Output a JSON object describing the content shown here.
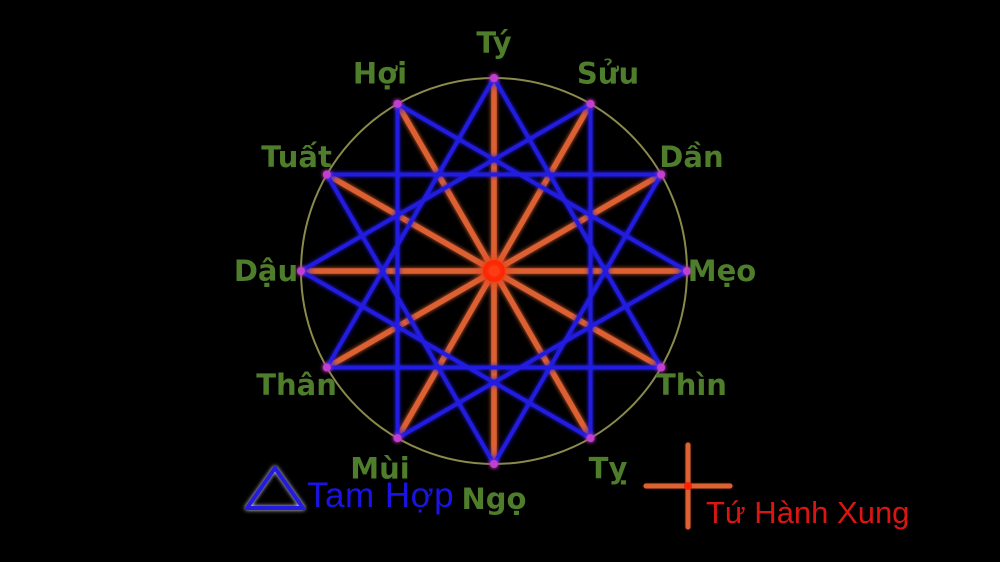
{
  "diagram": {
    "circle_color": "#8a8a4c",
    "label_color": "#4e7d2b",
    "signs": [
      {
        "name": "Tý",
        "angle": 0
      },
      {
        "name": "Sửu",
        "angle": 30
      },
      {
        "name": "Dần",
        "angle": 60
      },
      {
        "name": "Mẹo",
        "angle": 90
      },
      {
        "name": "Thìn",
        "angle": 120
      },
      {
        "name": "Tỵ",
        "angle": 150
      },
      {
        "name": "Ngọ",
        "angle": 180
      },
      {
        "name": "Mùi",
        "angle": 210
      },
      {
        "name": "Thân",
        "angle": 240
      },
      {
        "name": "Dậu",
        "angle": 270
      },
      {
        "name": "Tuất",
        "angle": 300
      },
      {
        "name": "Hợi",
        "angle": 330
      }
    ],
    "tam_hop": {
      "line_color": "#241be0",
      "groups": [
        [
          "Thân",
          "Tý",
          "Thìn"
        ],
        [
          "Dần",
          "Ngọ",
          "Tuất"
        ],
        [
          "Hợi",
          "Mẹo",
          "Mùi"
        ],
        [
          "Tỵ",
          "Dậu",
          "Sửu"
        ]
      ]
    },
    "tu_hanh_xung": {
      "line_color": "#dc6133",
      "pairs": [
        [
          "Tý",
          "Ngọ"
        ],
        [
          "Sửu",
          "Mùi"
        ],
        [
          "Dần",
          "Thân"
        ],
        [
          "Mẹo",
          "Dậu"
        ],
        [
          "Thìn",
          "Tuất"
        ],
        [
          "Tỵ",
          "Hợi"
        ]
      ]
    },
    "vertex_color": "#c93fd2",
    "center_color": "#ff2200"
  },
  "legend": {
    "tam_hop": {
      "label": "Tam Hợp",
      "color": "#1b13e6"
    },
    "tu_hanh_xung": {
      "label": "Tứ Hành Xung",
      "color": "#da1512"
    }
  }
}
